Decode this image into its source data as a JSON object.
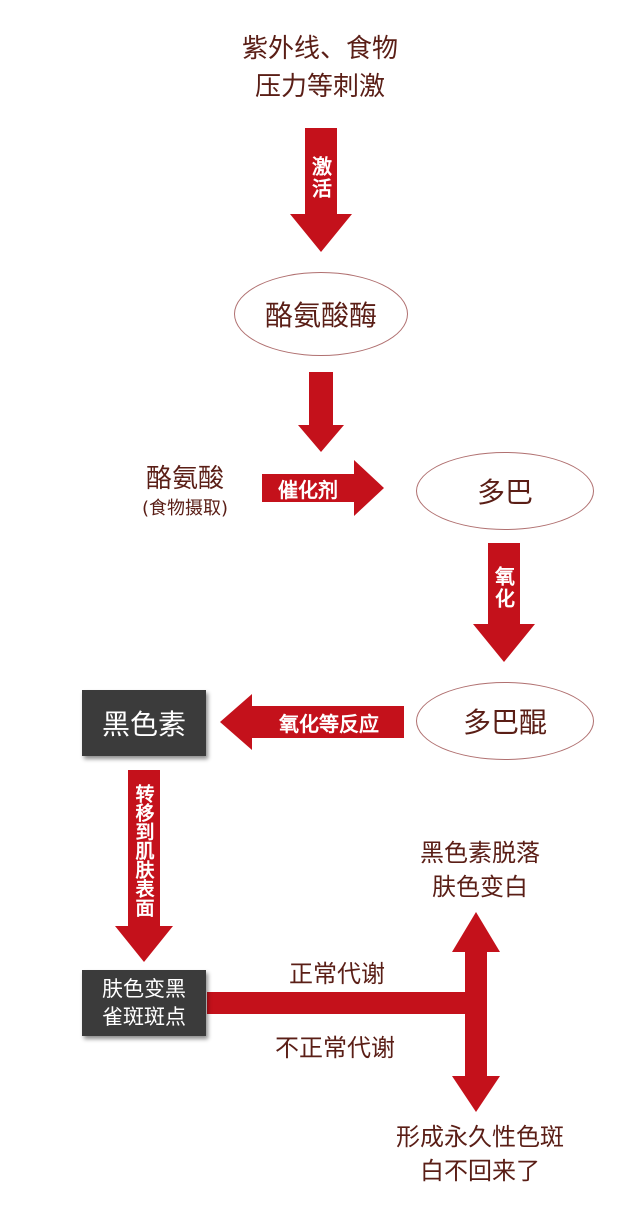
{
  "colors": {
    "arrow_red": "#c4111b",
    "text_dark": "#5a1e16",
    "box_dark": "#3b3b3b"
  },
  "top": {
    "line1": "紫外线、食物",
    "line2": "压力等刺激"
  },
  "arrow_activate": {
    "label": "激活"
  },
  "node_tyrosinase": {
    "label": "酪氨酸酶"
  },
  "tyrosine": {
    "label": "酪氨酸",
    "sub": "(食物摄取)"
  },
  "arrow_catalyst": {
    "label": "催化剂"
  },
  "node_dopa": {
    "label": "多巴"
  },
  "arrow_oxidize": {
    "label": "氧化"
  },
  "node_dopaquinone": {
    "label": "多巴醌"
  },
  "arrow_reaction": {
    "label": "氧化等反应"
  },
  "node_melanin": {
    "label": "黑色素"
  },
  "arrow_transfer": {
    "label": "转移到肌肤表面"
  },
  "node_result": {
    "line1": "肤色变黑",
    "line2": "雀斑斑点"
  },
  "branch": {
    "normal_label": "正常代谢",
    "abnormal_label": "不正常代谢"
  },
  "outcome_good": {
    "line1": "黑色素脱落",
    "line2": "肤色变白"
  },
  "outcome_bad": {
    "line1": "形成永久性色斑",
    "line2": "白不回来了"
  }
}
